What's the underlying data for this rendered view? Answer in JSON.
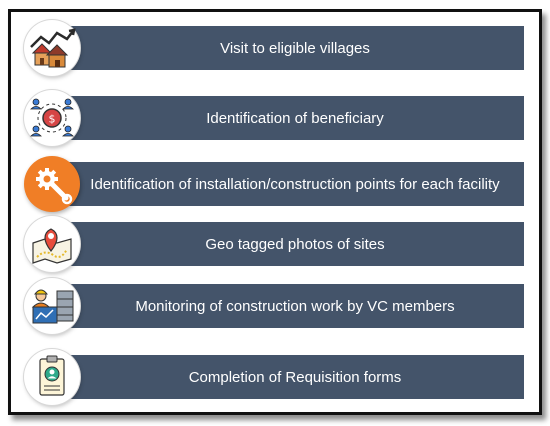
{
  "steps": [
    {
      "label": "Visit to eligible villages",
      "icon": "village-houses-icon"
    },
    {
      "label": "Identification of  beneficiary",
      "icon": "beneficiary-network-icon"
    },
    {
      "label": "Identification of installation/construction points for each facility",
      "icon": "gear-wrench-icon"
    },
    {
      "label": "Geo tagged photos of sites",
      "icon": "map-pin-icon"
    },
    {
      "label": "Monitoring of construction work by VC members",
      "icon": "monitoring-worker-icon"
    },
    {
      "label": "Completion of Requisition forms",
      "icon": "requisition-form-icon"
    }
  ],
  "colors": {
    "bar": "#44546a",
    "bar_text": "#ffffff",
    "gear_circle": "#f07e26"
  }
}
